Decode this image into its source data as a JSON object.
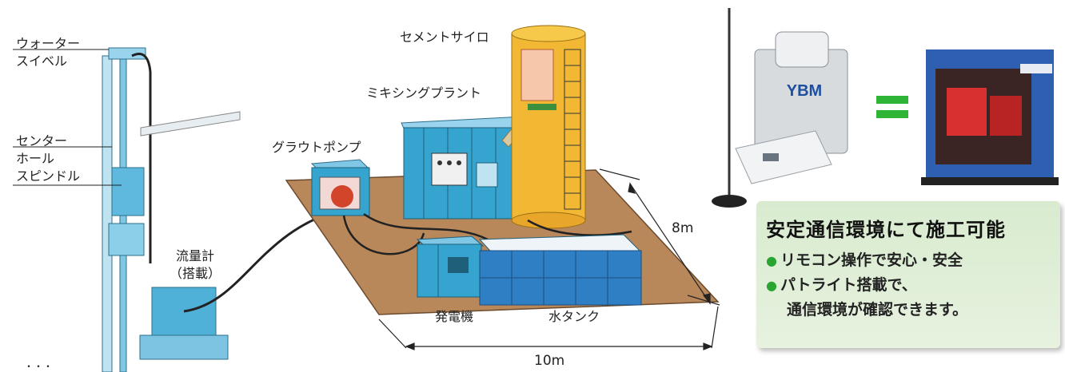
{
  "labels": {
    "water_swivel": [
      "ウォーター",
      "スイベル"
    ],
    "center_hole_spindle": [
      "センター",
      "ホール",
      "スピンドル"
    ],
    "flowmeter": [
      "流量計",
      "（搭載）"
    ],
    "grout_pump": "グラウトポンプ",
    "mixing_plant": "ミキシングプラント",
    "cement_silo": "セメントサイロ",
    "generator": "発電機",
    "water_tank": "水タンク",
    "cutoff_text": "・・・"
  },
  "dimensions": {
    "depth": "8m",
    "width": "10m"
  },
  "device": {
    "brand": "YBM"
  },
  "panel": {
    "title": "安定通信環境にて施工可能",
    "bullets": [
      "リモコン操作で安心・安全",
      "パトライト搭載で、"
    ],
    "continuation": "通信環境が確認できます。"
  },
  "colors": {
    "ground": "#b8875a",
    "machine_blue": "#35a4cf",
    "silo_yellow": "#f2b833",
    "tank_blue": "#2e7fc4",
    "equals_green": "#2fb535",
    "panel_bg": "#dcecd3"
  }
}
